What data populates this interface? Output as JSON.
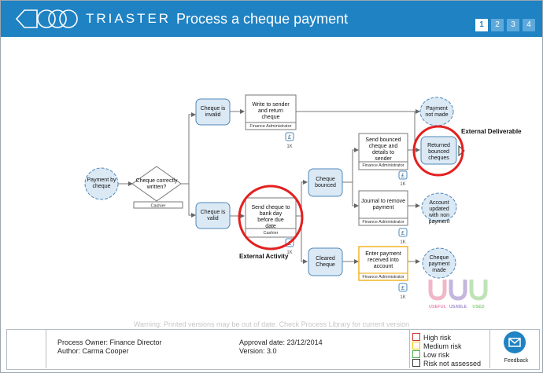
{
  "header": {
    "brand": "TRIASTER",
    "title": "Process a cheque payment",
    "pages": [
      "1",
      "2",
      "3",
      "4"
    ],
    "active_page": "1"
  },
  "colors": {
    "header_blue": "#1f82c3",
    "shape_fill": "#dbe9f5",
    "shape_stroke": "#4f88b8",
    "risk_high": "#d32f2f",
    "risk_medium": "#f2c500",
    "risk_low": "#4caf50",
    "annotation_red": "#e32020"
  },
  "diagram": {
    "start_event": "Payment by cheque",
    "decision": "Cheque correctly written?",
    "decision_role": "Cashier",
    "cheque_invalid": "Cheque is invalid",
    "cheque_valid": "Cheque is valid",
    "write_to_sender": "Write to sender and return cheque",
    "write_to_sender_role": "Finance Administrator",
    "write_cost": "1K",
    "send_to_bank": "Send cheque to bank day before due date",
    "send_to_bank_role": "Cashier",
    "send_cost": "1K",
    "cheque_bounced": "Cheque bounced",
    "cleared_cheque": "Cleared Cheque",
    "send_bounced": "Send bounced cheque and details to sender",
    "send_bounced_role": "Finance Administrator",
    "send_bounced_cost": "1K",
    "journal": "Journal to remove payment",
    "journal_role": "Finance Administrator",
    "journal_cost": "1K",
    "enter_payment": "Enter payment received into account",
    "enter_payment_role": "Finance Administrator",
    "enter_payment_cost": "1K",
    "payment_not_made": "Payment not made",
    "returned_bounced": "Returned bounced cheques",
    "account_updated": "Account updated with non payment",
    "cheque_payment_made": "Cheque payment made",
    "currency_symbol": "£",
    "external_deliverable": "External Deliverable",
    "external_activity": "External Activity"
  },
  "watermark": {
    "useful": "USEFUL",
    "usable": "USABLE",
    "used": "USED"
  },
  "warning": "Warning: Printed versions may be out of date. Check Process Library for current version",
  "footer": {
    "owner": "Process Owner: Finance Director",
    "author": "Author: Carma Cooper",
    "approval": "Approval date: 23/12/2014",
    "version": "Version: 3.0",
    "legend": [
      "High risk",
      "Medium risk",
      "Low risk",
      "Risk not assessed"
    ],
    "feedback": "Feedback"
  }
}
